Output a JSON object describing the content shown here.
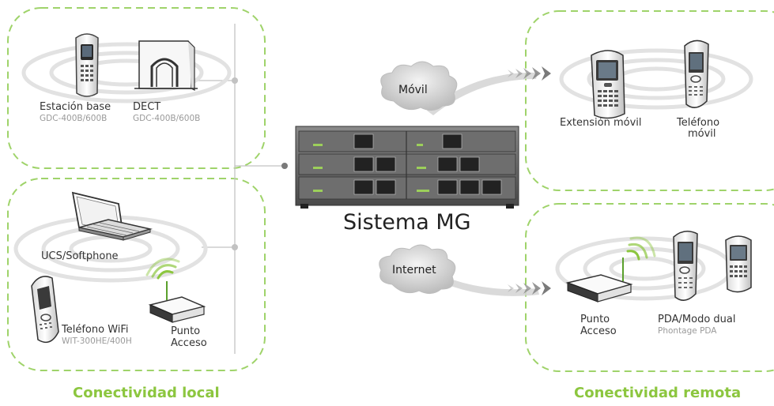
{
  "title": "Sistema MG",
  "sections": {
    "local": "Conectividad local",
    "remote": "Conectividad remota"
  },
  "clouds": {
    "mobile": "Móvil",
    "internet": "Internet"
  },
  "local_devices": {
    "base_station": {
      "label": "Estación base",
      "model": "GDC-400B/600B"
    },
    "dect": {
      "label": "DECT",
      "model": "GDC-400B/600B"
    },
    "softphone": {
      "label": "UCS/Softphone"
    },
    "wifi_phone": {
      "label": "Teléfono WiFi",
      "model": "WIT-300HE/400H"
    },
    "access_point": {
      "label_line1": "Punto",
      "label_line2": "Acceso"
    }
  },
  "remote_devices": {
    "mobile_extension": {
      "label": "Extensión móvil"
    },
    "mobile_phone": {
      "label_line1": "Teléfono",
      "label_line2": "móvil"
    },
    "access_point": {
      "label_line1": "Punto",
      "label_line2": "Acceso"
    },
    "pda_dual": {
      "label": "PDA/Modo dual",
      "model": "Phontage PDA"
    }
  },
  "colors": {
    "accent_green": "#8cc63f",
    "dashed_border": "#9fd36a",
    "line_gray": "#bbbbbb",
    "arrow_gray": "#7a7a7a"
  }
}
